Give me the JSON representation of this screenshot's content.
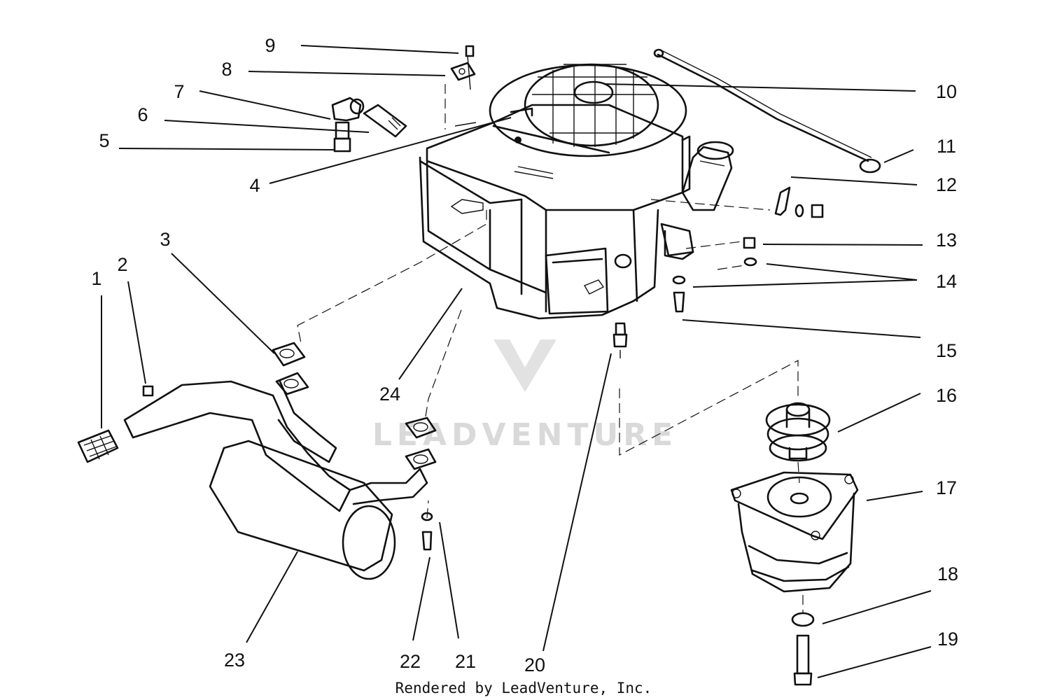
{
  "callouts": [
    {
      "number": "1"
    },
    {
      "number": "2"
    },
    {
      "number": "3"
    },
    {
      "number": "4"
    },
    {
      "number": "5"
    },
    {
      "number": "6"
    },
    {
      "number": "7"
    },
    {
      "number": "8"
    },
    {
      "number": "9"
    },
    {
      "number": "10"
    },
    {
      "number": "11"
    },
    {
      "number": "12"
    },
    {
      "number": "13"
    },
    {
      "number": "14"
    },
    {
      "number": "15"
    },
    {
      "number": "16"
    },
    {
      "number": "17"
    },
    {
      "number": "18"
    },
    {
      "number": "19"
    },
    {
      "number": "20"
    },
    {
      "number": "21"
    },
    {
      "number": "22"
    },
    {
      "number": "23"
    },
    {
      "number": "24"
    }
  ],
  "footer": {
    "credit": "Rendered by LeadVenture, Inc."
  },
  "watermark": {
    "text": "LEADVENTURE"
  }
}
